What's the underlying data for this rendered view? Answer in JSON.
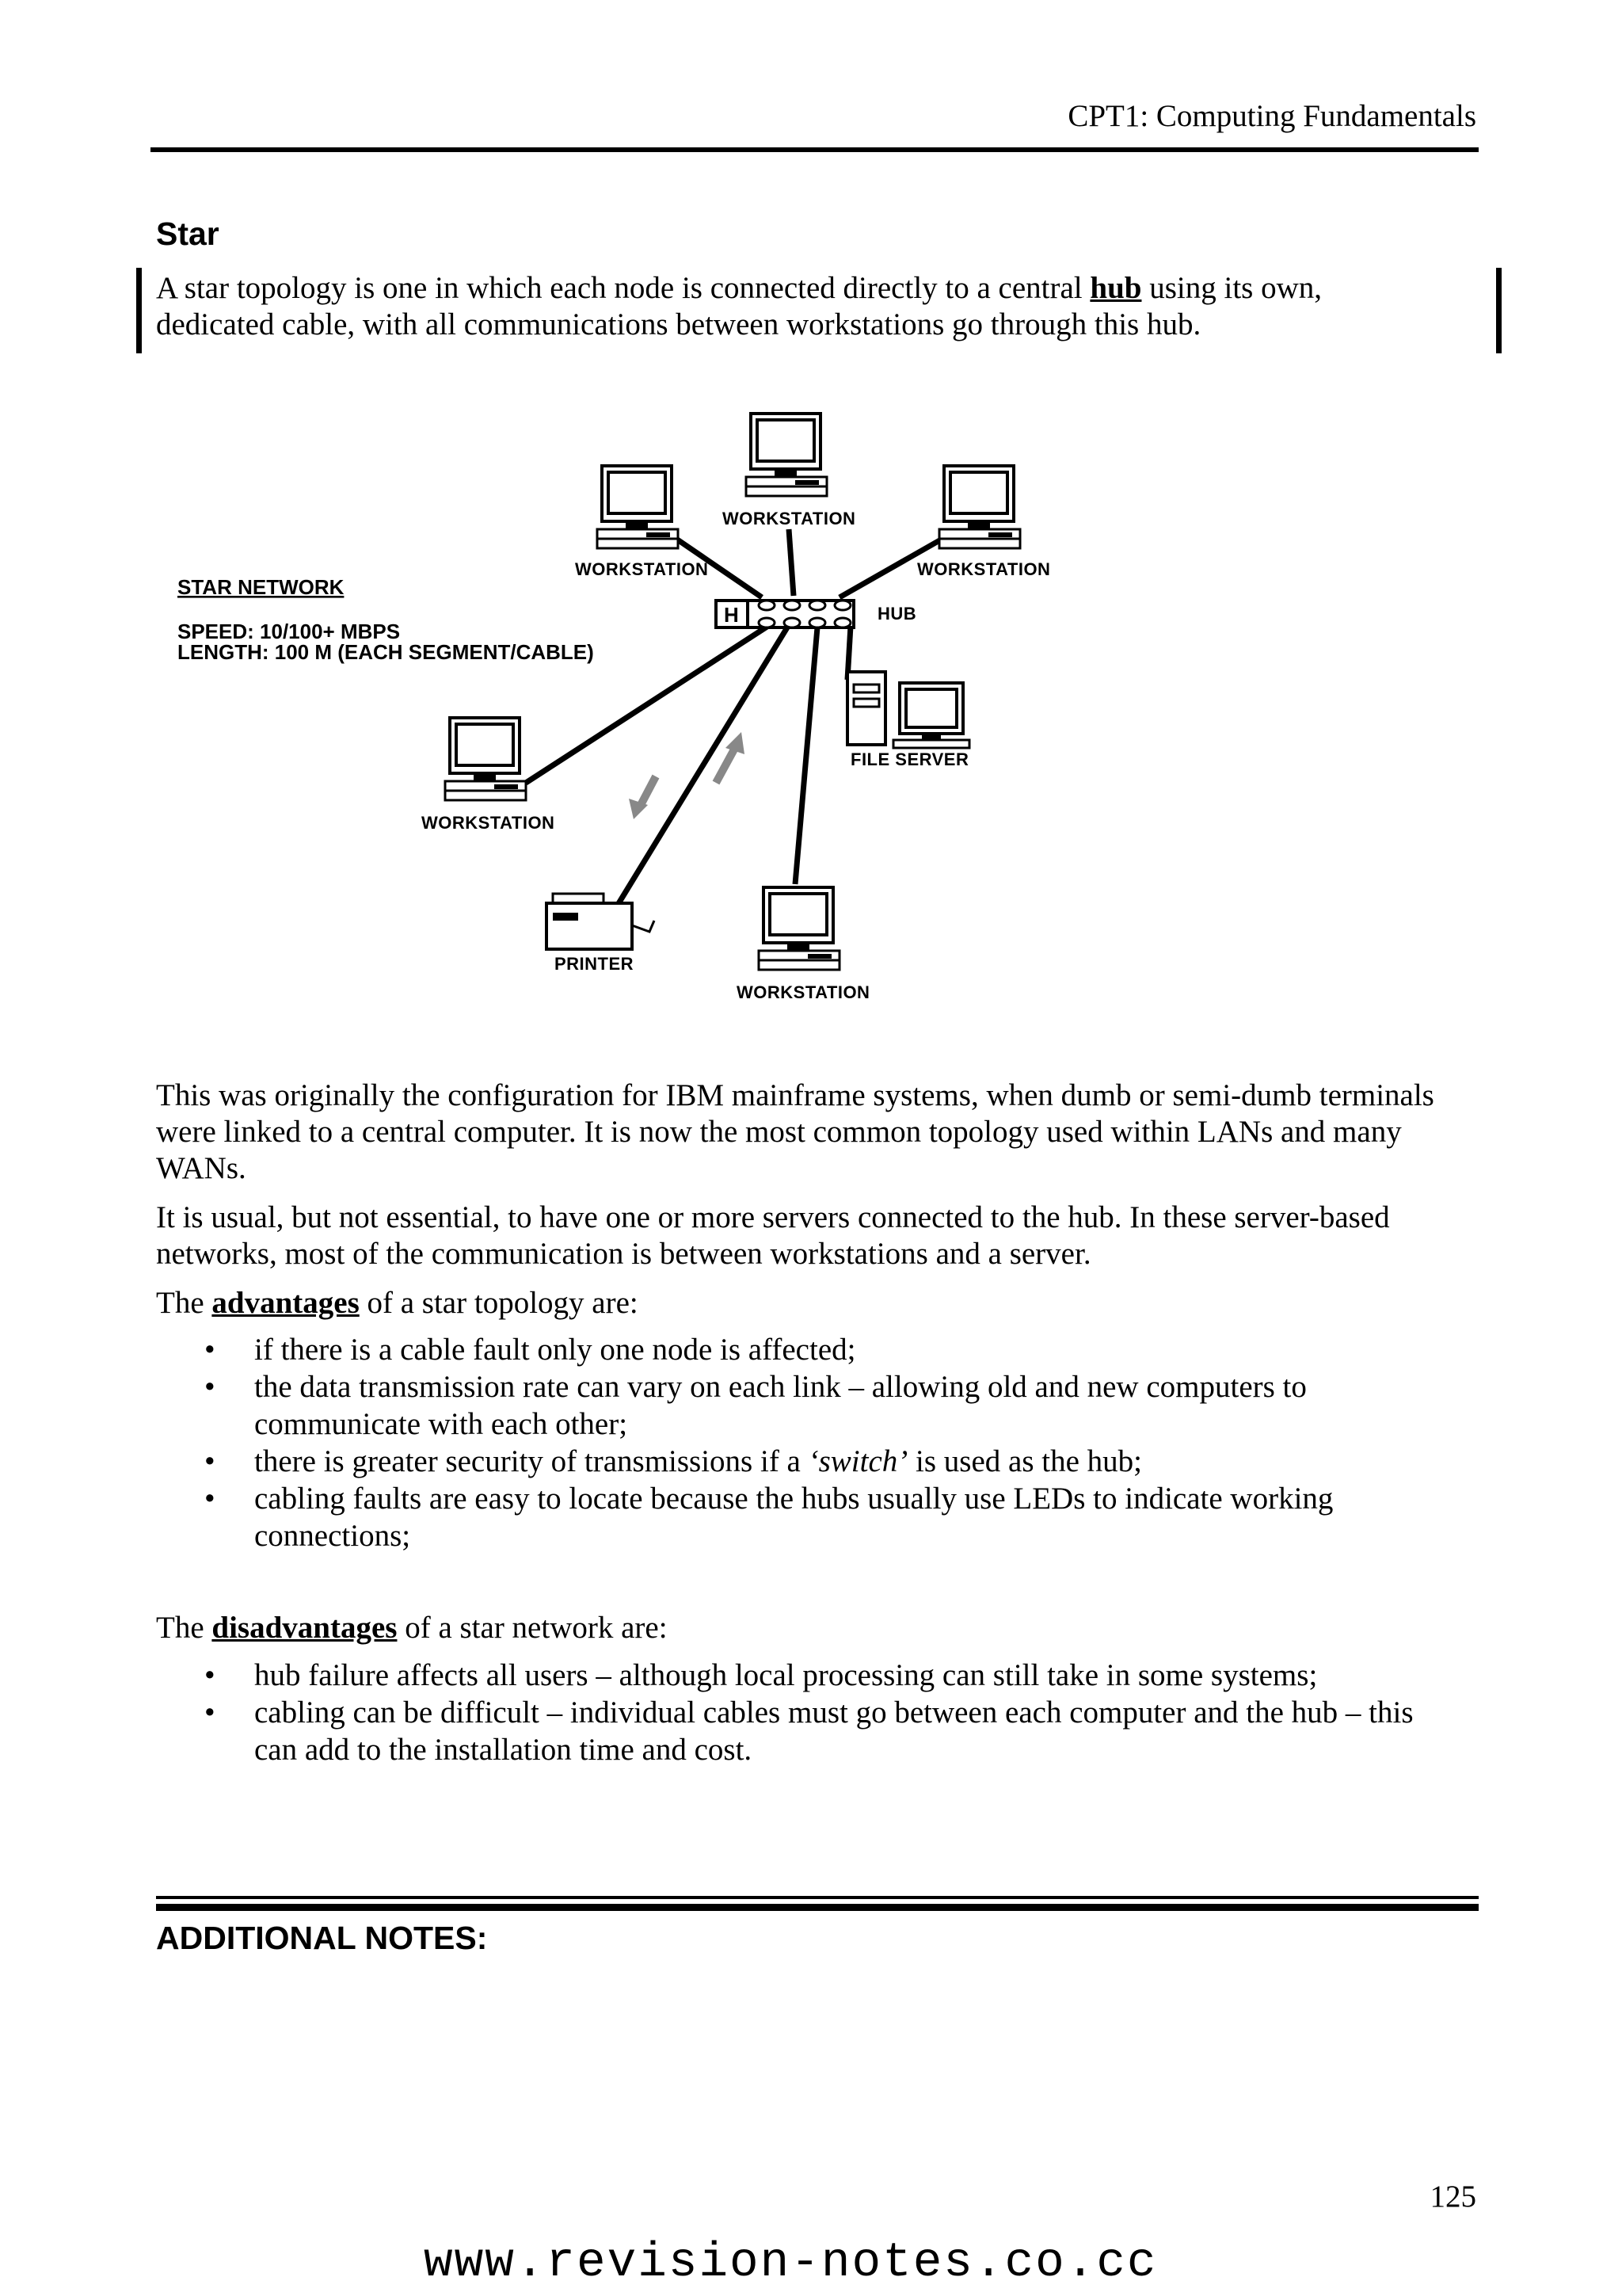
{
  "header": {
    "running_title": "CPT1: Computing Fundamentals"
  },
  "section": {
    "heading": "Star",
    "intro_before": "A star topology is one in which each node is connected directly to a central ",
    "intro_key": "hub",
    "intro_after": " using its own, dedicated cable, with all communications between workstations go through this hub."
  },
  "diagram": {
    "title": "STAR NETWORK",
    "speed": "SPEED: 10/100+ MBPS",
    "length": "LENGTH: 100 M (EACH SEGMENT/CABLE)",
    "hub_letter": "H",
    "hub_label": "HUB",
    "workstation_top": "WORKSTATION",
    "workstation_top_left": "WORKSTATION",
    "workstation_top_right": "WORKSTATION",
    "workstation_left": "WORKSTATION",
    "workstation_bottom": "WORKSTATION",
    "file_server": "FILE SERVER",
    "printer": "PRINTER"
  },
  "body": {
    "para1": "This was originally the configuration for IBM mainframe systems, when dumb or semi-dumb terminals were linked to a central computer. It is now the most common topology used within LANs and many WANs.",
    "para2": "It is usual, but not essential, to have one or more servers connected to the hub. In these server-based networks, most of the communication is between workstations and a server.",
    "advantages_intro_before": "The ",
    "advantages_key": "advantages",
    "advantages_intro_after": " of a star topology are:",
    "advantages": [
      "if there is a cable fault only one node is affected;",
      "the data transmission rate can vary on each link – allowing old and new computers to communicate with each other;",
      "there is greater security of transmissions if a ",
      "cabling faults are easy to locate because the hubs usually use LEDs to indicate working connections;"
    ],
    "switch_word": "‘switch’",
    "advantage3_after": " is used as the hub;",
    "disadvantages_intro_before": "The ",
    "disadvantages_key": "disadvantages",
    "disadvantages_intro_after": " of a star network are:",
    "disadvantages": [
      "hub failure affects all users – although local processing can still take in some systems;",
      "cabling can be difficult – individual cables must go between each computer and the hub – this can add to the installation time and cost."
    ]
  },
  "footer": {
    "notes_heading": "ADDITIONAL NOTES:",
    "page_number": "125",
    "site_url": "www.revision-notes.co.cc"
  }
}
